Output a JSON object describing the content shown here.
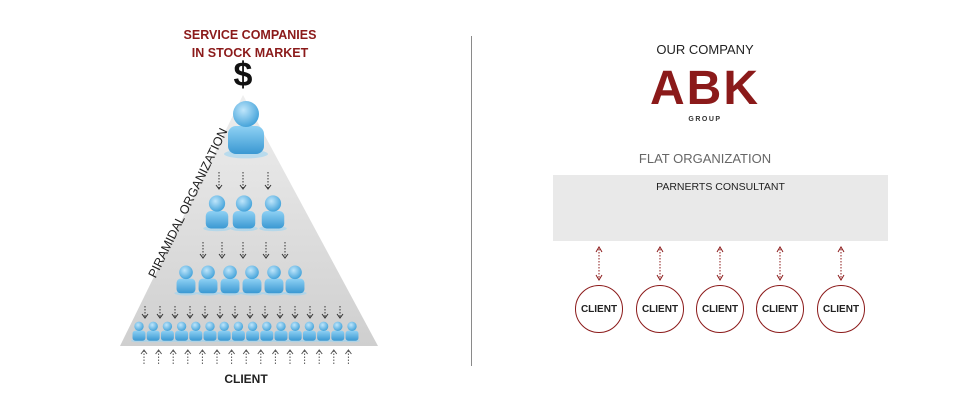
{
  "left": {
    "title_line1": "SERVICE COMPANIES",
    "title_line2": "IN STOCK MARKET",
    "symbol": "$",
    "side_label": "PIRAMIDAL ORGANIZATION",
    "bottom_label": "CLIENT"
  },
  "right": {
    "heading": "OUR COMPANY",
    "logo_text": "ABK",
    "logo_subtext": "GROUP",
    "flat_label": "FLAT ORGANIZATION",
    "band_label": "PARNERTS CONSULTANT",
    "clients": [
      "CLIENT",
      "CLIENT",
      "CLIENT",
      "CLIENT",
      "CLIENT"
    ]
  },
  "colors": {
    "accent_red": "#8b1a1a",
    "person_blue": "#5ab3e6",
    "pyramid_gray": "#d9d9d9"
  },
  "icons": {
    "person": "person-icon",
    "arrow_down": "arrow-down-icon",
    "arrow_up": "arrow-up-icon",
    "double_arrow": "double-arrow-icon"
  }
}
